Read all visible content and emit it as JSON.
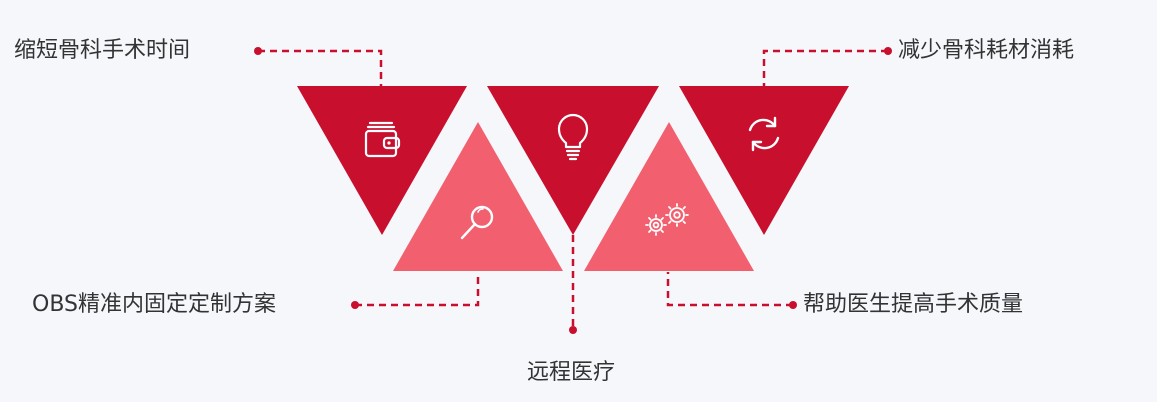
{
  "colors": {
    "dark_red": "#c8102e",
    "light_red": "#f2606f",
    "connector": "#c8102e",
    "text": "#333333",
    "icon": "#ffffff"
  },
  "benefits": [
    {
      "label": "缩短骨科手术时间",
      "icon": "wallet-icon"
    },
    {
      "label": "远程医疗",
      "icon": "lightbulb-icon"
    },
    {
      "label": "减少骨科耗材消耗",
      "icon": "refresh-icon"
    },
    {
      "label": "OBS精准内固定定制方案",
      "icon": "magnifier-icon"
    },
    {
      "label": "帮助医生提高手术质量",
      "icon": "gears-icon"
    }
  ]
}
